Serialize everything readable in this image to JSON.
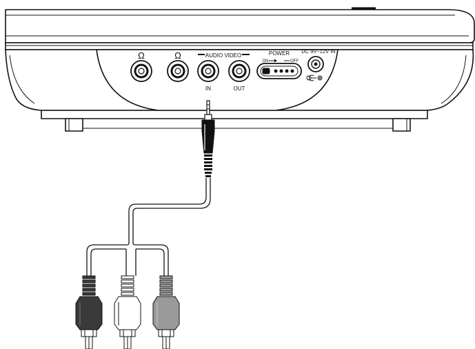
{
  "panel": {
    "headphone_symbol_1": "Ω",
    "headphone_symbol_2": "Ω",
    "audio_video_label": "AUDIO VIDEO",
    "in_label": "IN",
    "out_label": "OUT",
    "power_label": "POWER",
    "on_label": "ON",
    "off_label": "OFF",
    "dc_label": "DC 9V~12V IN"
  },
  "colors": {
    "outline": "#111111",
    "plug_left": "#3a3a3a",
    "plug_middle": "#ffffff",
    "plug_right": "#9a9a9a",
    "cable": "#111111"
  }
}
